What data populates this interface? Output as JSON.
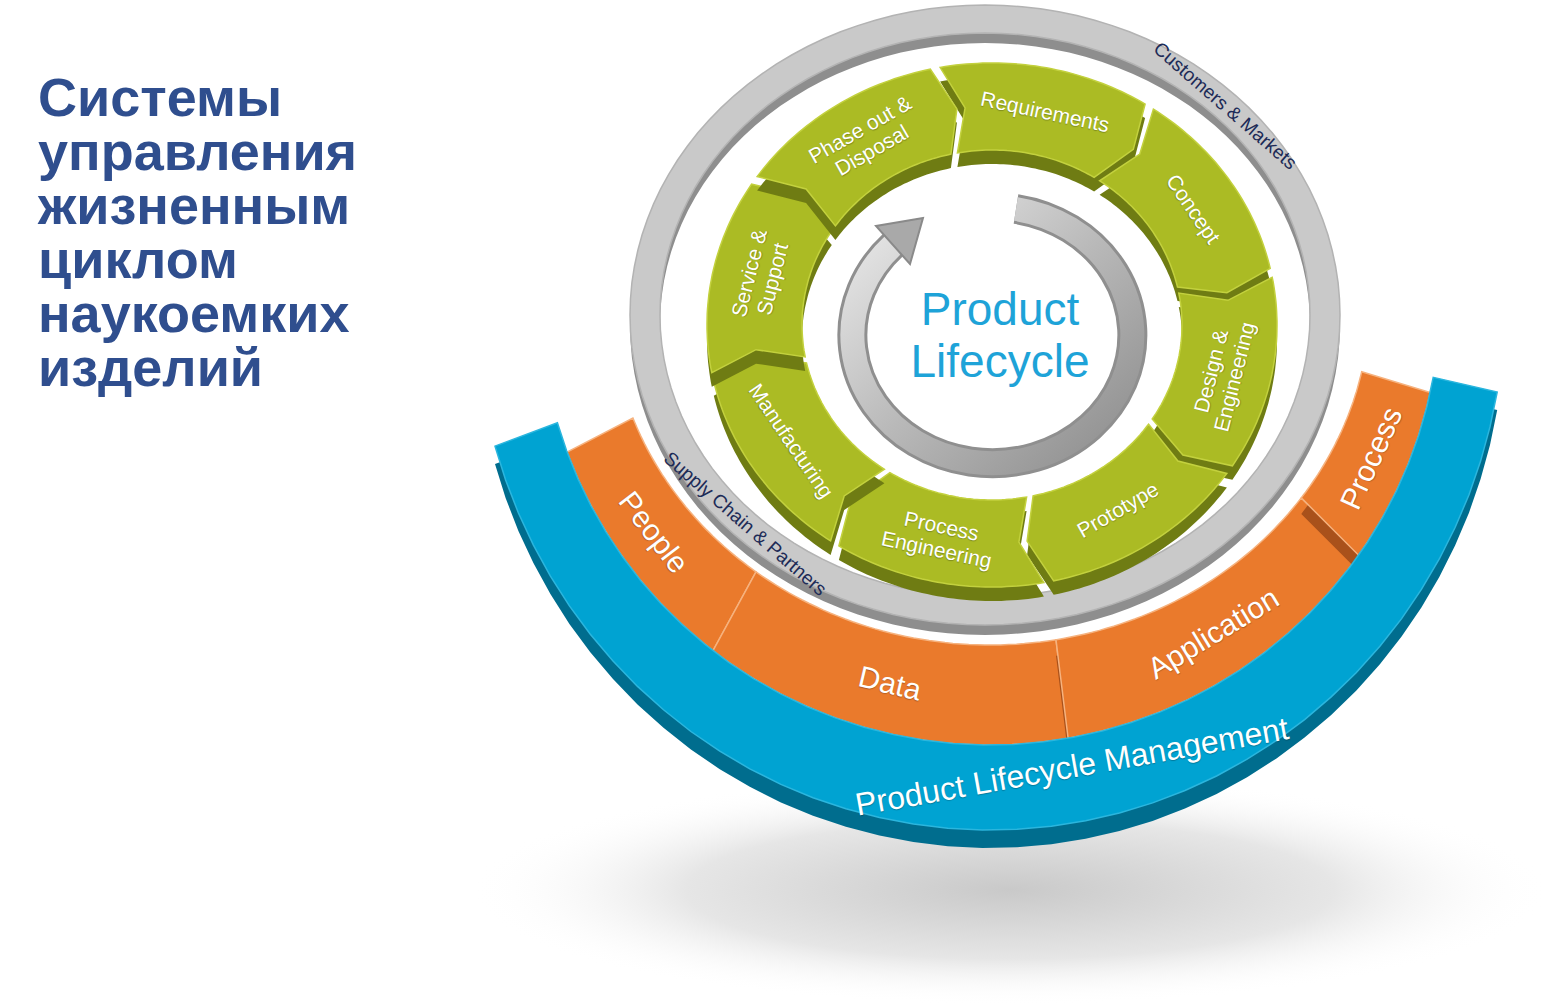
{
  "diagram": {
    "title": "Системы управления жизненным циклом наукоемких изделий",
    "nodes": [
      {
        "text": [
          "Customers & Markets",
          "Supply Chain & Partners"
        ]
      },
      {
        "text": [
          "Requirements"
        ],
        "in": 0
      },
      {
        "text": [
          "Concept"
        ],
        "in": 0
      },
      {
        "text": [
          "Design & Engineering"
        ],
        "in": 0
      },
      {
        "text": [
          "Prototype"
        ],
        "in": 0
      },
      {
        "text": [
          "Process Engineering"
        ],
        "in": 0
      },
      {
        "text": [
          "Manufacturing"
        ],
        "in": 0
      },
      {
        "text": [
          "Service & Support"
        ],
        "in": 0
      },
      {
        "text": [
          "Phase out & Disposal"
        ],
        "in": 0
      },
      {
        "text": [
          "People"
        ]
      },
      {
        "text": [
          "Data"
        ]
      },
      {
        "text": [
          "Application"
        ]
      },
      {
        "text": [
          "Process"
        ]
      },
      {
        "text": [
          "Product Lifecycle Management"
        ]
      }
    ],
    "labels": [
      "Product Lifecycle"
    ]
  }
}
